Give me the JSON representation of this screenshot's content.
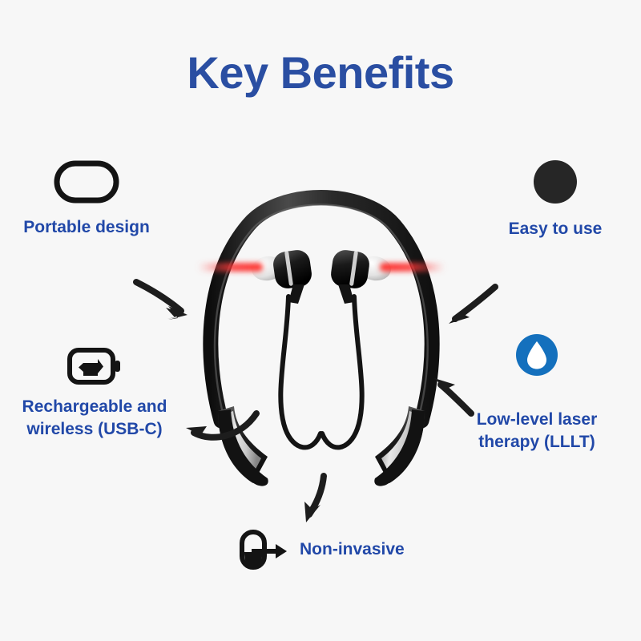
{
  "page": {
    "title": "Key Benefits",
    "background_color": "#f7f7f7",
    "title_color": "#2a4ea2",
    "label_color": "#2148a8"
  },
  "product": {
    "name": "neckband-laser-earphones",
    "body_color": "#1b1b1b",
    "accent_color": "#e9e9e9",
    "laser_color": "#f5282c"
  },
  "benefits": [
    {
      "id": "portable",
      "label": "Portable design",
      "icon": "capsule-outline-icon",
      "position": "top-left"
    },
    {
      "id": "rechargeable",
      "label": "Rechargeable and\nwireless (USB-C)",
      "icon": "battery-charge-icon",
      "position": "bottom-left"
    },
    {
      "id": "easy-to-use",
      "label": "Easy to use",
      "icon": "solid-circle-icon",
      "position": "top-right"
    },
    {
      "id": "lllt",
      "label": "Low-level laser\ntherapy (LLLT)",
      "icon": "water-drop-icon",
      "icon_color": "#1470bd",
      "position": "bottom-right"
    },
    {
      "id": "non-invasive",
      "label": "Non-invasive",
      "icon": "capsule-arrow-out-icon",
      "position": "bottom-center"
    }
  ],
  "arrows": [
    {
      "id": "arrow-portable-to-product",
      "direction": "down-right",
      "style": "curved"
    },
    {
      "id": "arrow-easy-to-product",
      "direction": "down-left",
      "style": "straight"
    },
    {
      "id": "arrow-product-to-rechargeable",
      "direction": "left",
      "style": "curved"
    },
    {
      "id": "arrow-lllt-to-product",
      "direction": "up-left",
      "style": "straight"
    },
    {
      "id": "arrow-product-to-noninvasive",
      "direction": "down",
      "style": "curved"
    }
  ]
}
